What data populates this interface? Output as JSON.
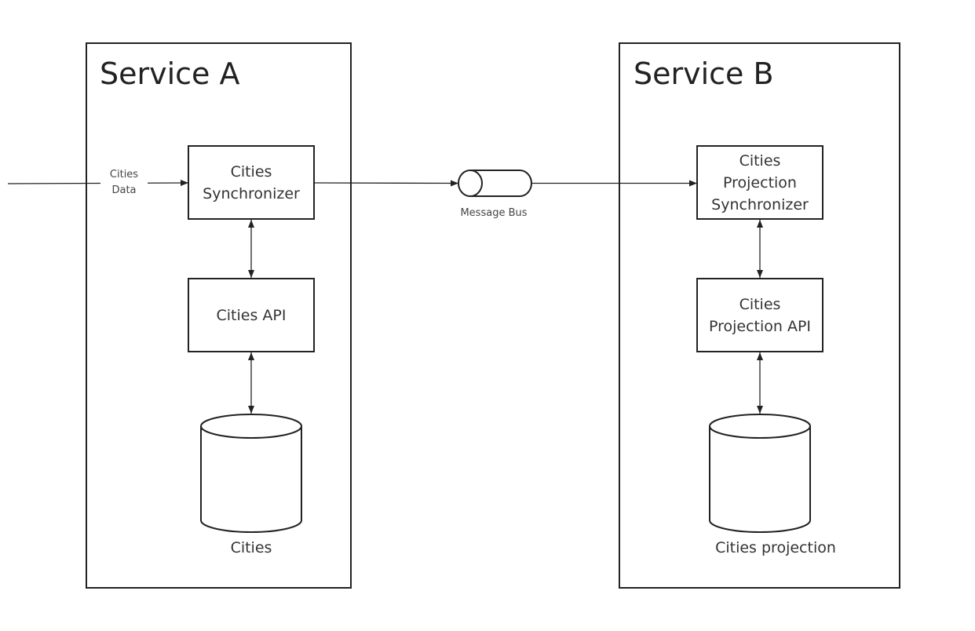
{
  "service_a": {
    "title": "Service A",
    "synchronizer": [
      "Cities",
      "Synchronizer"
    ],
    "api": [
      "Cities API"
    ],
    "database_label": "Cities"
  },
  "service_b": {
    "title": "Service B",
    "synchronizer": [
      "Cities",
      "Projection",
      "Synchronizer"
    ],
    "api": [
      "Cities",
      "Projection API"
    ],
    "database_label": "Cities projection"
  },
  "input_label": [
    "Cities",
    "Data"
  ],
  "message_bus_label": "Message Bus",
  "colors": {
    "stroke": "#222222",
    "text": "#333333",
    "background": "#ffffff"
  }
}
